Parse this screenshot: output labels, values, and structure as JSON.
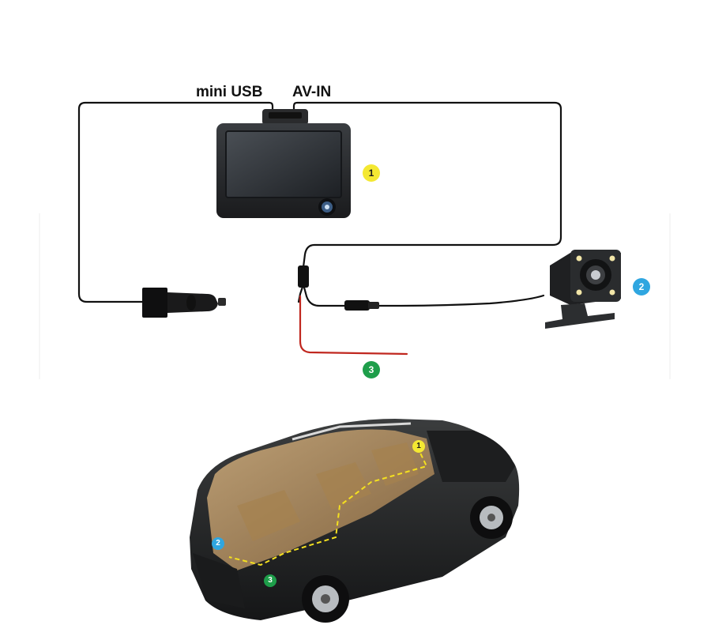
{
  "labels": {
    "mini_usb": "mini USB",
    "av_in": "AV-IN"
  },
  "badges": [
    {
      "text": "1",
      "color": "#f4e832"
    },
    {
      "text": "2",
      "color": "#2fa6e0"
    },
    {
      "text": "3",
      "color": "#1e9e4a"
    }
  ],
  "car_badges": [
    {
      "text": "1",
      "color": "#f4e832"
    },
    {
      "text": "2",
      "color": "#2fa6e0"
    },
    {
      "text": "3",
      "color": "#1e9e4a"
    }
  ],
  "colors": {
    "cable": "#111111",
    "power_wire": "#c0271f",
    "route_path": "#f4e020"
  },
  "icons": {
    "dvr": "dash-camera-dvr-icon",
    "camera": "rear-camera-icon",
    "charger": "car-charger-plug-icon",
    "car": "suv-car-icon"
  }
}
